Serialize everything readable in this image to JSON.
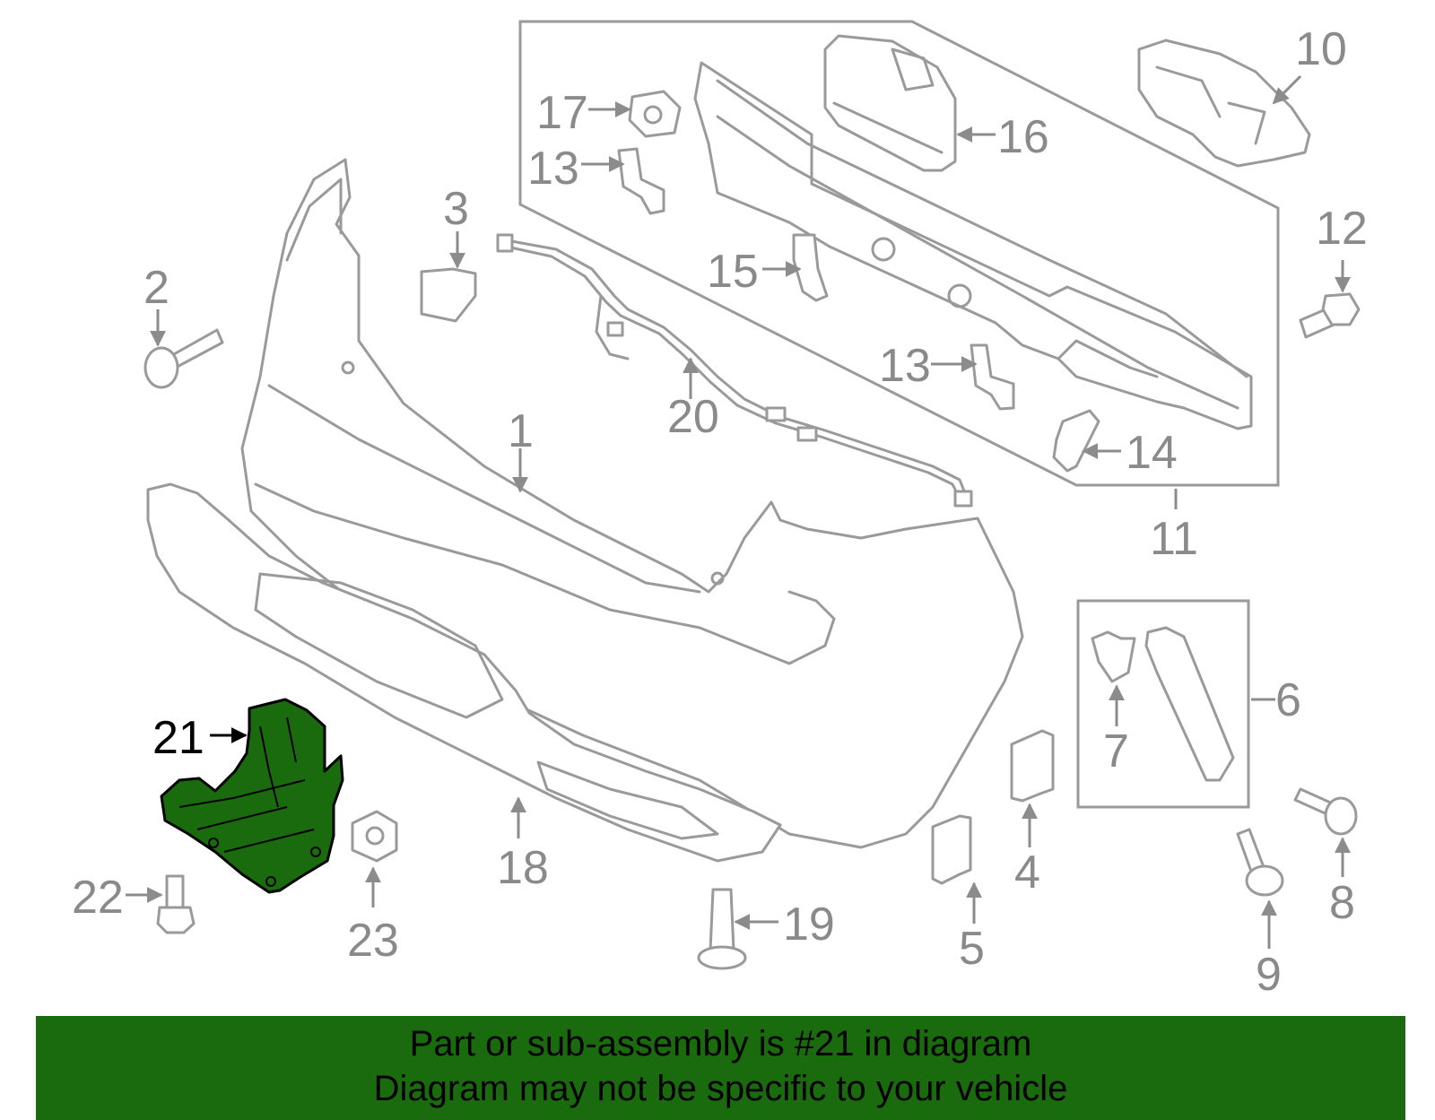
{
  "colors": {
    "highlight_part": "#1a6b0d",
    "banner_background": "#1a6b0d",
    "part_outline": "#9a9a9a",
    "callout_text": "#8a8a8a",
    "highlight_callout_text": "#000000"
  },
  "callouts": {
    "c1": "1",
    "c2": "2",
    "c3": "3",
    "c4": "4",
    "c5": "5",
    "c6": "6",
    "c7": "7",
    "c8": "8",
    "c9": "9",
    "c10": "10",
    "c11": "11",
    "c12": "12",
    "c13a": "13",
    "c13b": "13",
    "c14": "14",
    "c15": "15",
    "c16": "16",
    "c17": "17",
    "c18": "18",
    "c19": "19",
    "c20": "20",
    "c21": "21",
    "c22": "22",
    "c23": "23"
  },
  "highlighted_part": "21",
  "banner": {
    "line1": "Part or sub-assembly is #21 in diagram",
    "line2": "Diagram may not be specific to your vehicle"
  }
}
